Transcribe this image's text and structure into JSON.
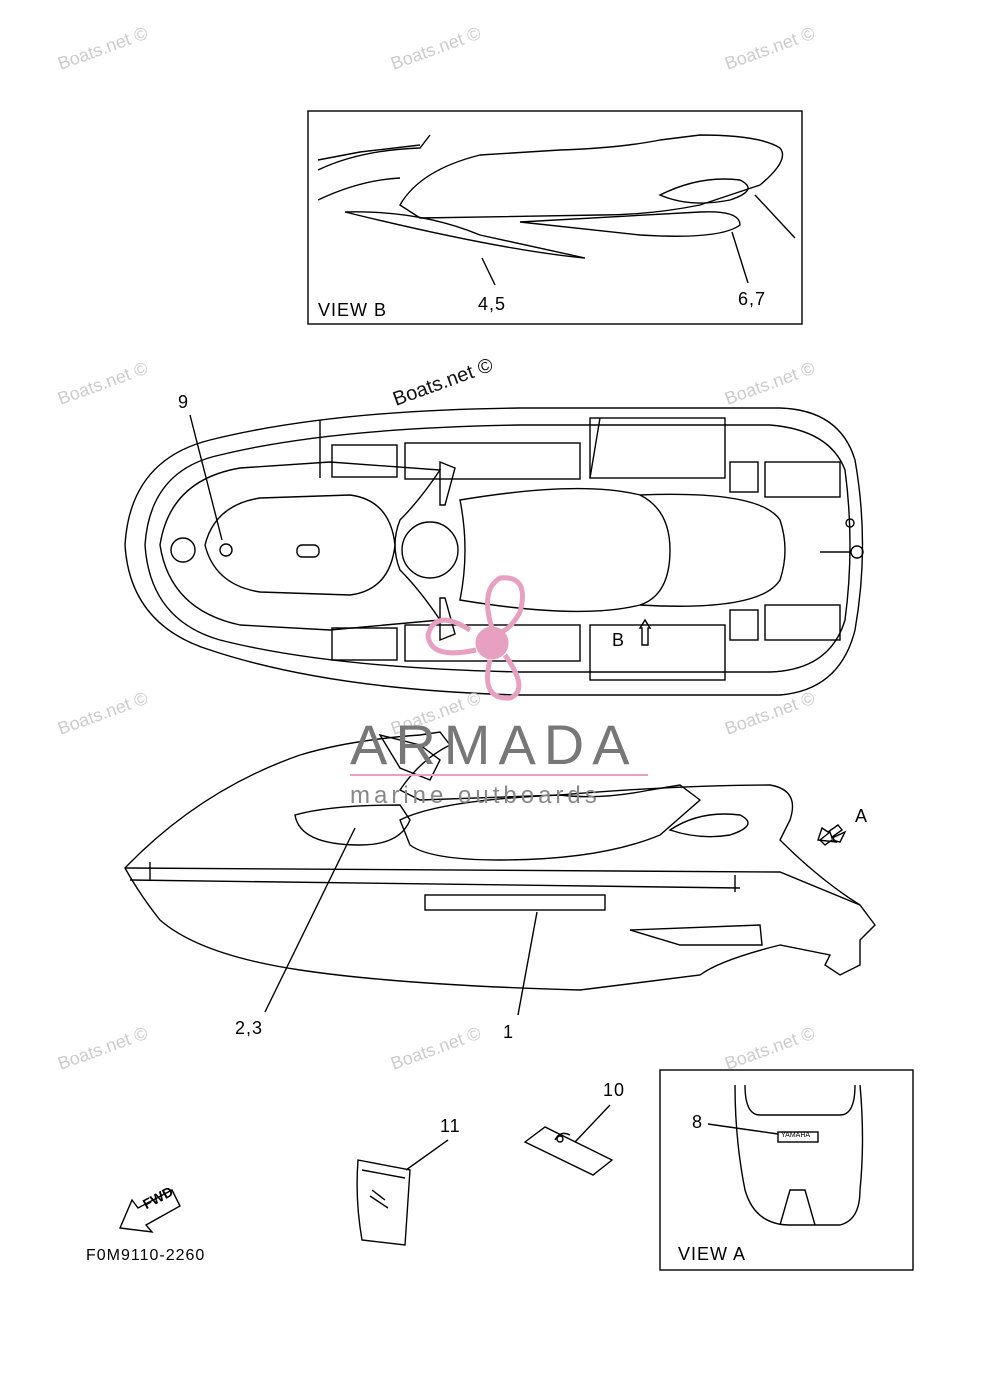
{
  "watermark": "Boats.net ©",
  "brand": {
    "name": "ARMADA",
    "tagline": "marine outboards",
    "logo_color": "#e8a0c0"
  },
  "views": {
    "view_b": "VIEW B",
    "view_a": "VIEW A"
  },
  "markers": {
    "a": "A",
    "b": "B"
  },
  "callouts": {
    "c45": "4,5",
    "c67": "6,7",
    "c9": "9",
    "c23": "2,3",
    "c1": "1",
    "c10": "10",
    "c11": "11",
    "c8": "8"
  },
  "decal_text": {
    "yamaha": "YAMAHA",
    "fwd": "FWD"
  },
  "figure_code": "F0M9110-2260"
}
